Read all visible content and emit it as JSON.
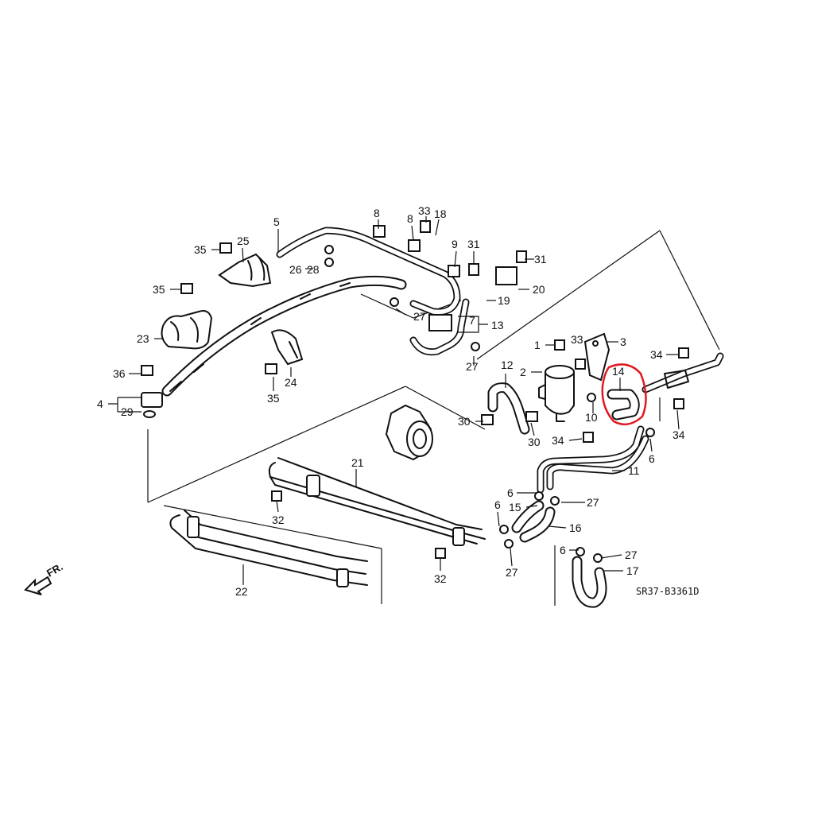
{
  "diagram": {
    "reference_code": "SR37-B3361D",
    "direction_label": "FR.",
    "highlight_color": "#e0191f",
    "highlighted_part": "14",
    "callouts": {
      "c1": "1",
      "c2": "2",
      "c3": "3",
      "c4": "4",
      "c5": "5",
      "c6a": "6",
      "c6b": "6",
      "c6c": "6",
      "c6d": "6",
      "c7": "7",
      "c8a": "8",
      "c8b": "8",
      "c9": "9",
      "c10": "10",
      "c11": "11",
      "c12": "12",
      "c13": "13",
      "c14": "14",
      "c15": "15",
      "c16": "16",
      "c17": "17",
      "c18": "18",
      "c19": "19",
      "c20": "20",
      "c21": "21",
      "c22": "22",
      "c23": "23",
      "c24": "24",
      "c25": "25",
      "c26": "26",
      "c27a": "27",
      "c27b": "27",
      "c27c": "27",
      "c27d": "27",
      "c27e": "27",
      "c28": "28",
      "c29": "29",
      "c30a": "30",
      "c30b": "30",
      "c31a": "31",
      "c31b": "31",
      "c32a": "32",
      "c32b": "32",
      "c33a": "33",
      "c33b": "33",
      "c34a": "34",
      "c34b": "34",
      "c34c": "34",
      "c35a": "35",
      "c35b": "35",
      "c35c": "35",
      "c36": "36"
    }
  }
}
